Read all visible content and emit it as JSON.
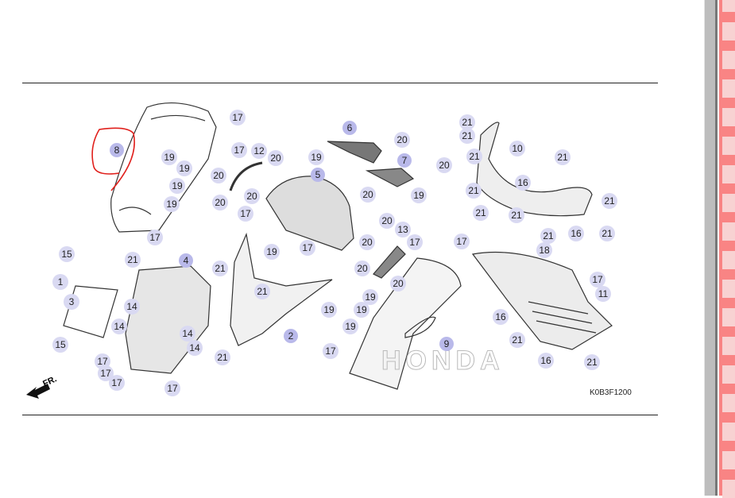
{
  "diagram": {
    "diagram_code": "K0B3F1200",
    "front_indicator": "FR.",
    "brand_watermark": "HONDA",
    "callouts": [
      "17",
      "17",
      "8",
      "19",
      "19",
      "20",
      "19",
      "20",
      "19",
      "17",
      "12",
      "20",
      "20",
      "17",
      "5",
      "6",
      "20",
      "19",
      "7",
      "20",
      "20",
      "19",
      "21",
      "21",
      "21",
      "10",
      "21",
      "16",
      "21",
      "21",
      "21",
      "21",
      "21",
      "16",
      "21",
      "15",
      "1",
      "3",
      "15",
      "21",
      "4",
      "14",
      "14",
      "14",
      "14",
      "17",
      "17",
      "17",
      "17",
      "21",
      "21",
      "21",
      "2",
      "19",
      "19",
      "17",
      "20",
      "20",
      "13",
      "17",
      "20",
      "20",
      "19",
      "19",
      "19",
      "17",
      "9",
      "17",
      "18",
      "17",
      "11",
      "16",
      "21",
      "16",
      "21"
    ]
  },
  "colors": {
    "callout_fill": "#d9d9f2",
    "callout_main_fill": "#b9b9ea",
    "annotation": "#e0201c",
    "scroll_accent": "#f98484"
  }
}
